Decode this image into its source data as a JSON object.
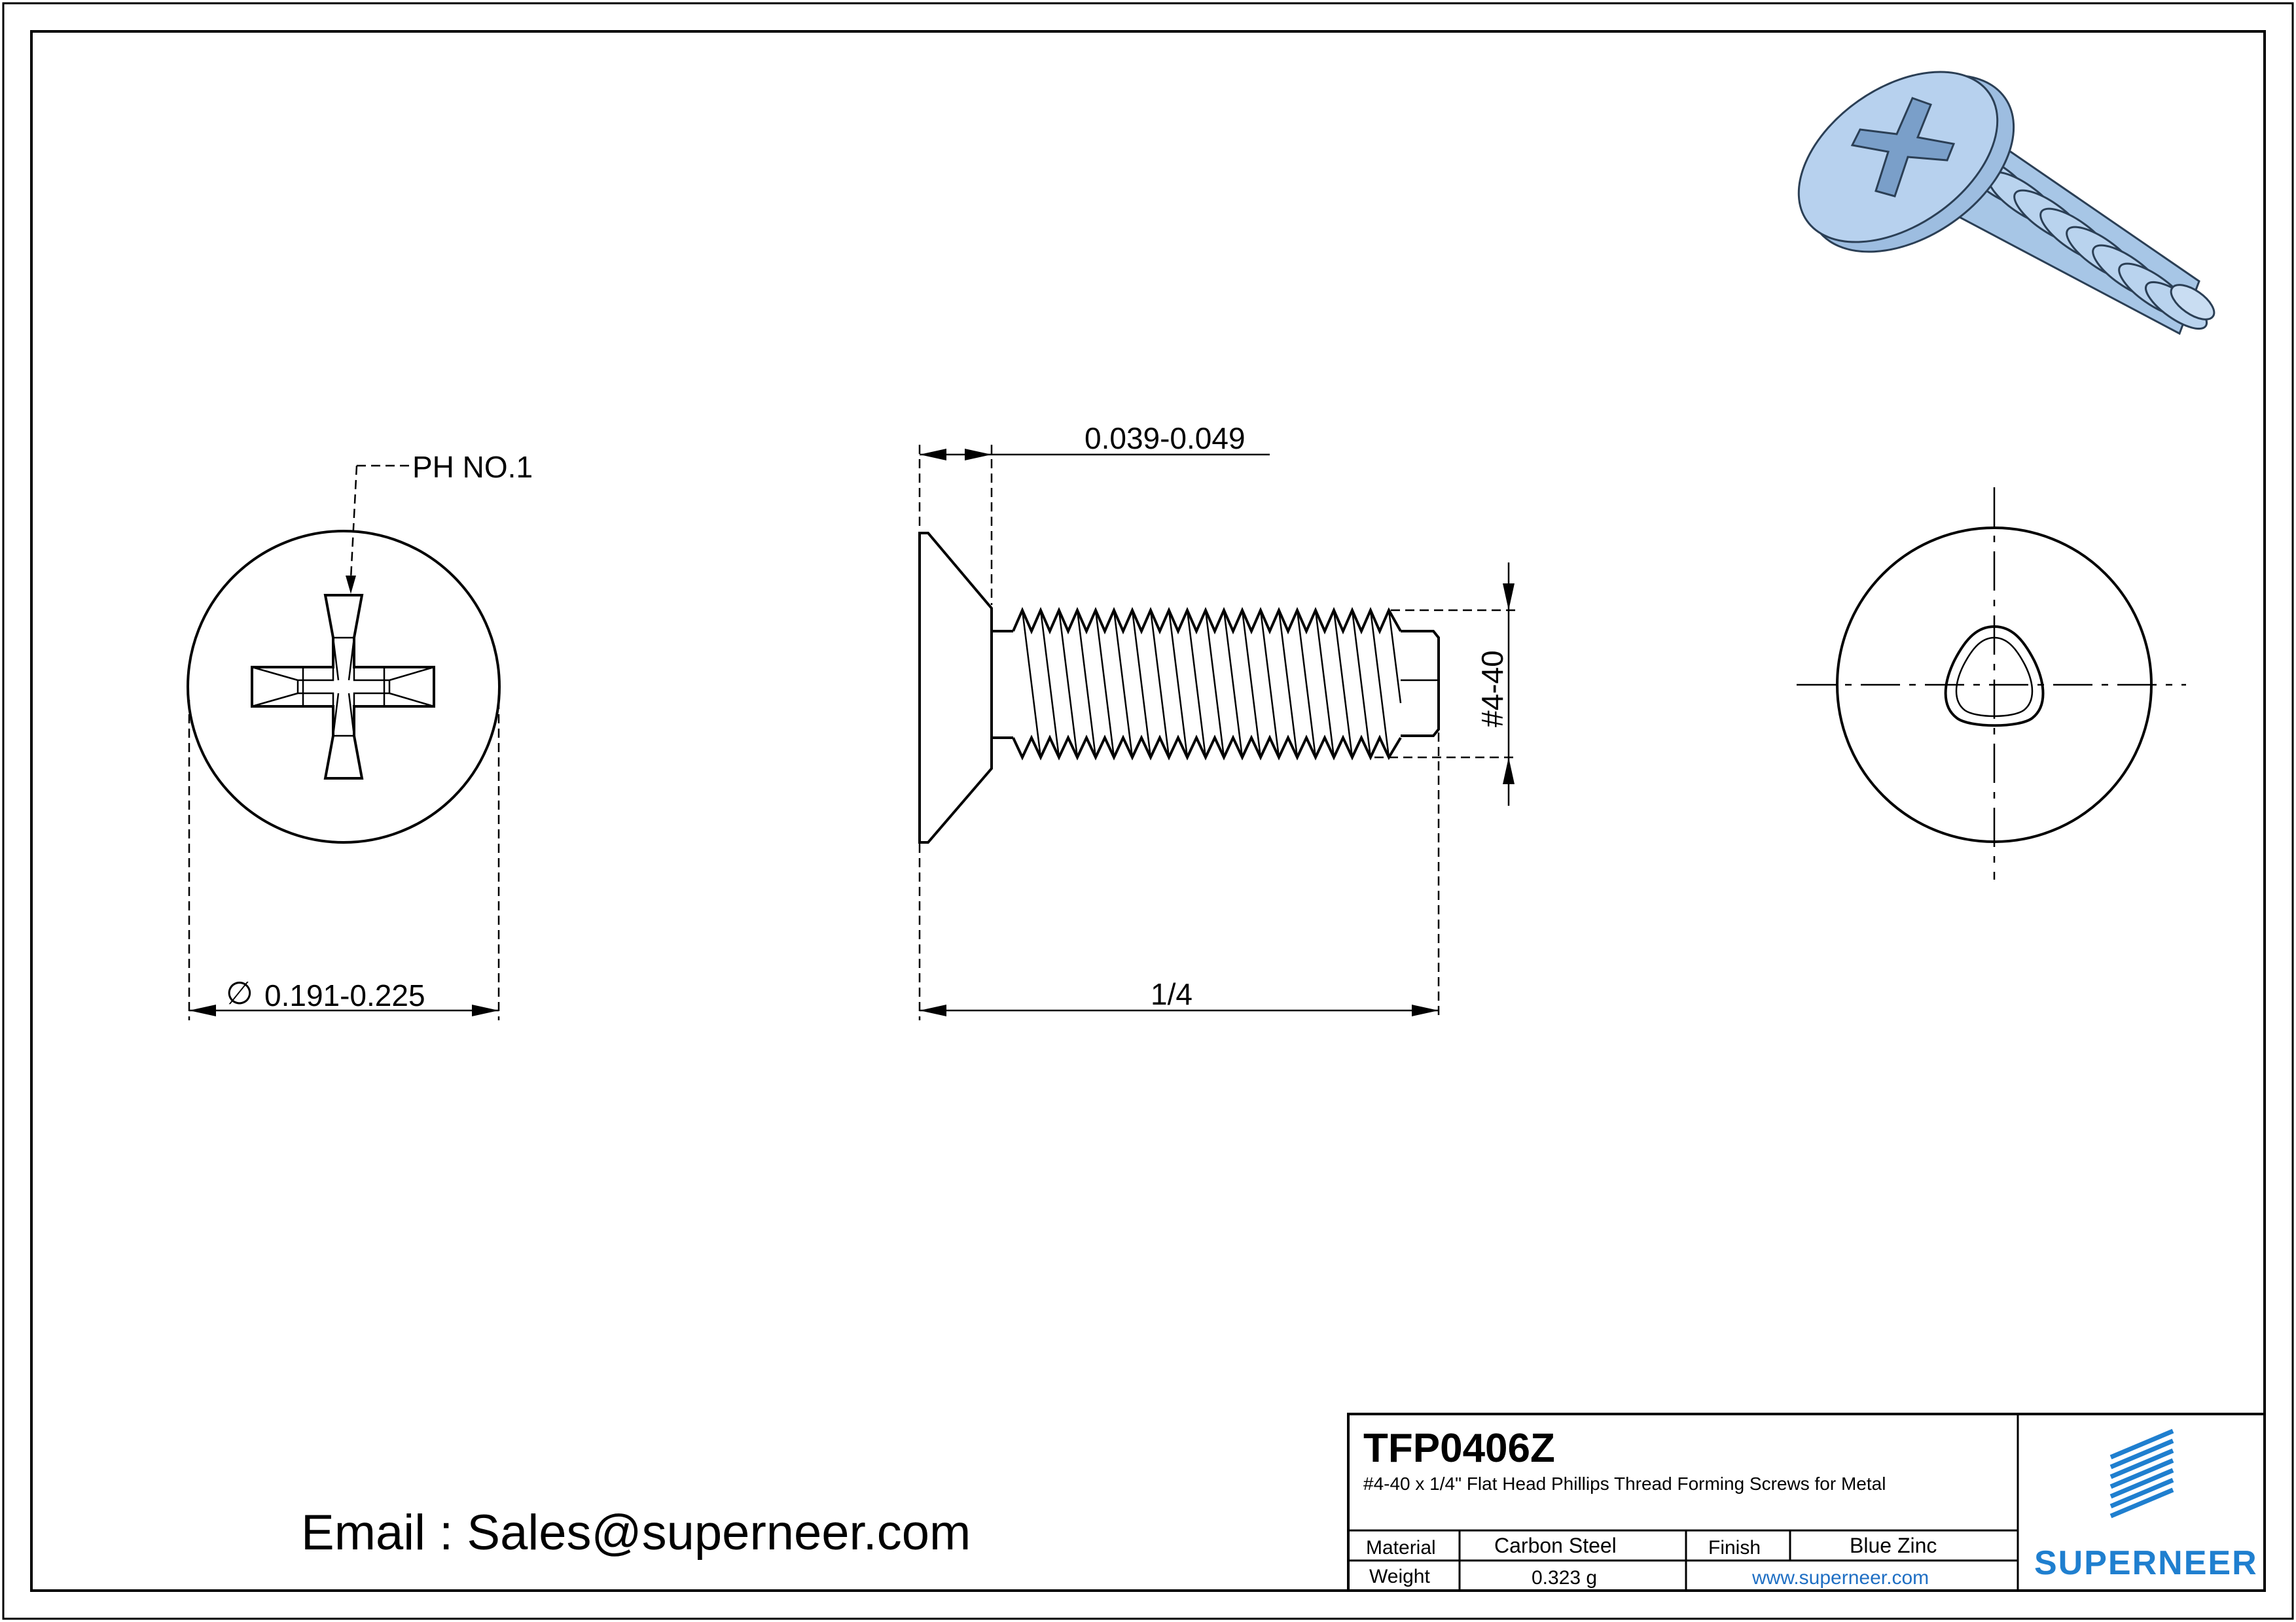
{
  "drawing": {
    "labels": {
      "phillips_size": "PH NO.1",
      "head_diameter": "0.191-0.225",
      "head_height": "0.039-0.049",
      "thread": "#4-40",
      "length": "1/4"
    },
    "diameter_symbol": "∅"
  },
  "title_block": {
    "part_number": "TFP0406Z",
    "description": "#4-40 x 1/4\" Flat Head Phillips Thread Forming Screws for Metal",
    "material_label": "Material",
    "material_value": "Carbon Steel",
    "finish_label": "Finish",
    "finish_value": "Blue Zinc",
    "weight_label": "Weight",
    "weight_value": "0.323 g",
    "website": "www.superneer.com",
    "brand": "SUPERNEER"
  },
  "contact": {
    "email_line": "Email : Sales@superneer.com"
  },
  "colors": {
    "brand_blue": "#1f7fcf",
    "screw_blue": "#a7c6e6",
    "link_blue": "#1f6fc4"
  },
  "icons": {
    "logo": "superneer-stripes-logo"
  }
}
